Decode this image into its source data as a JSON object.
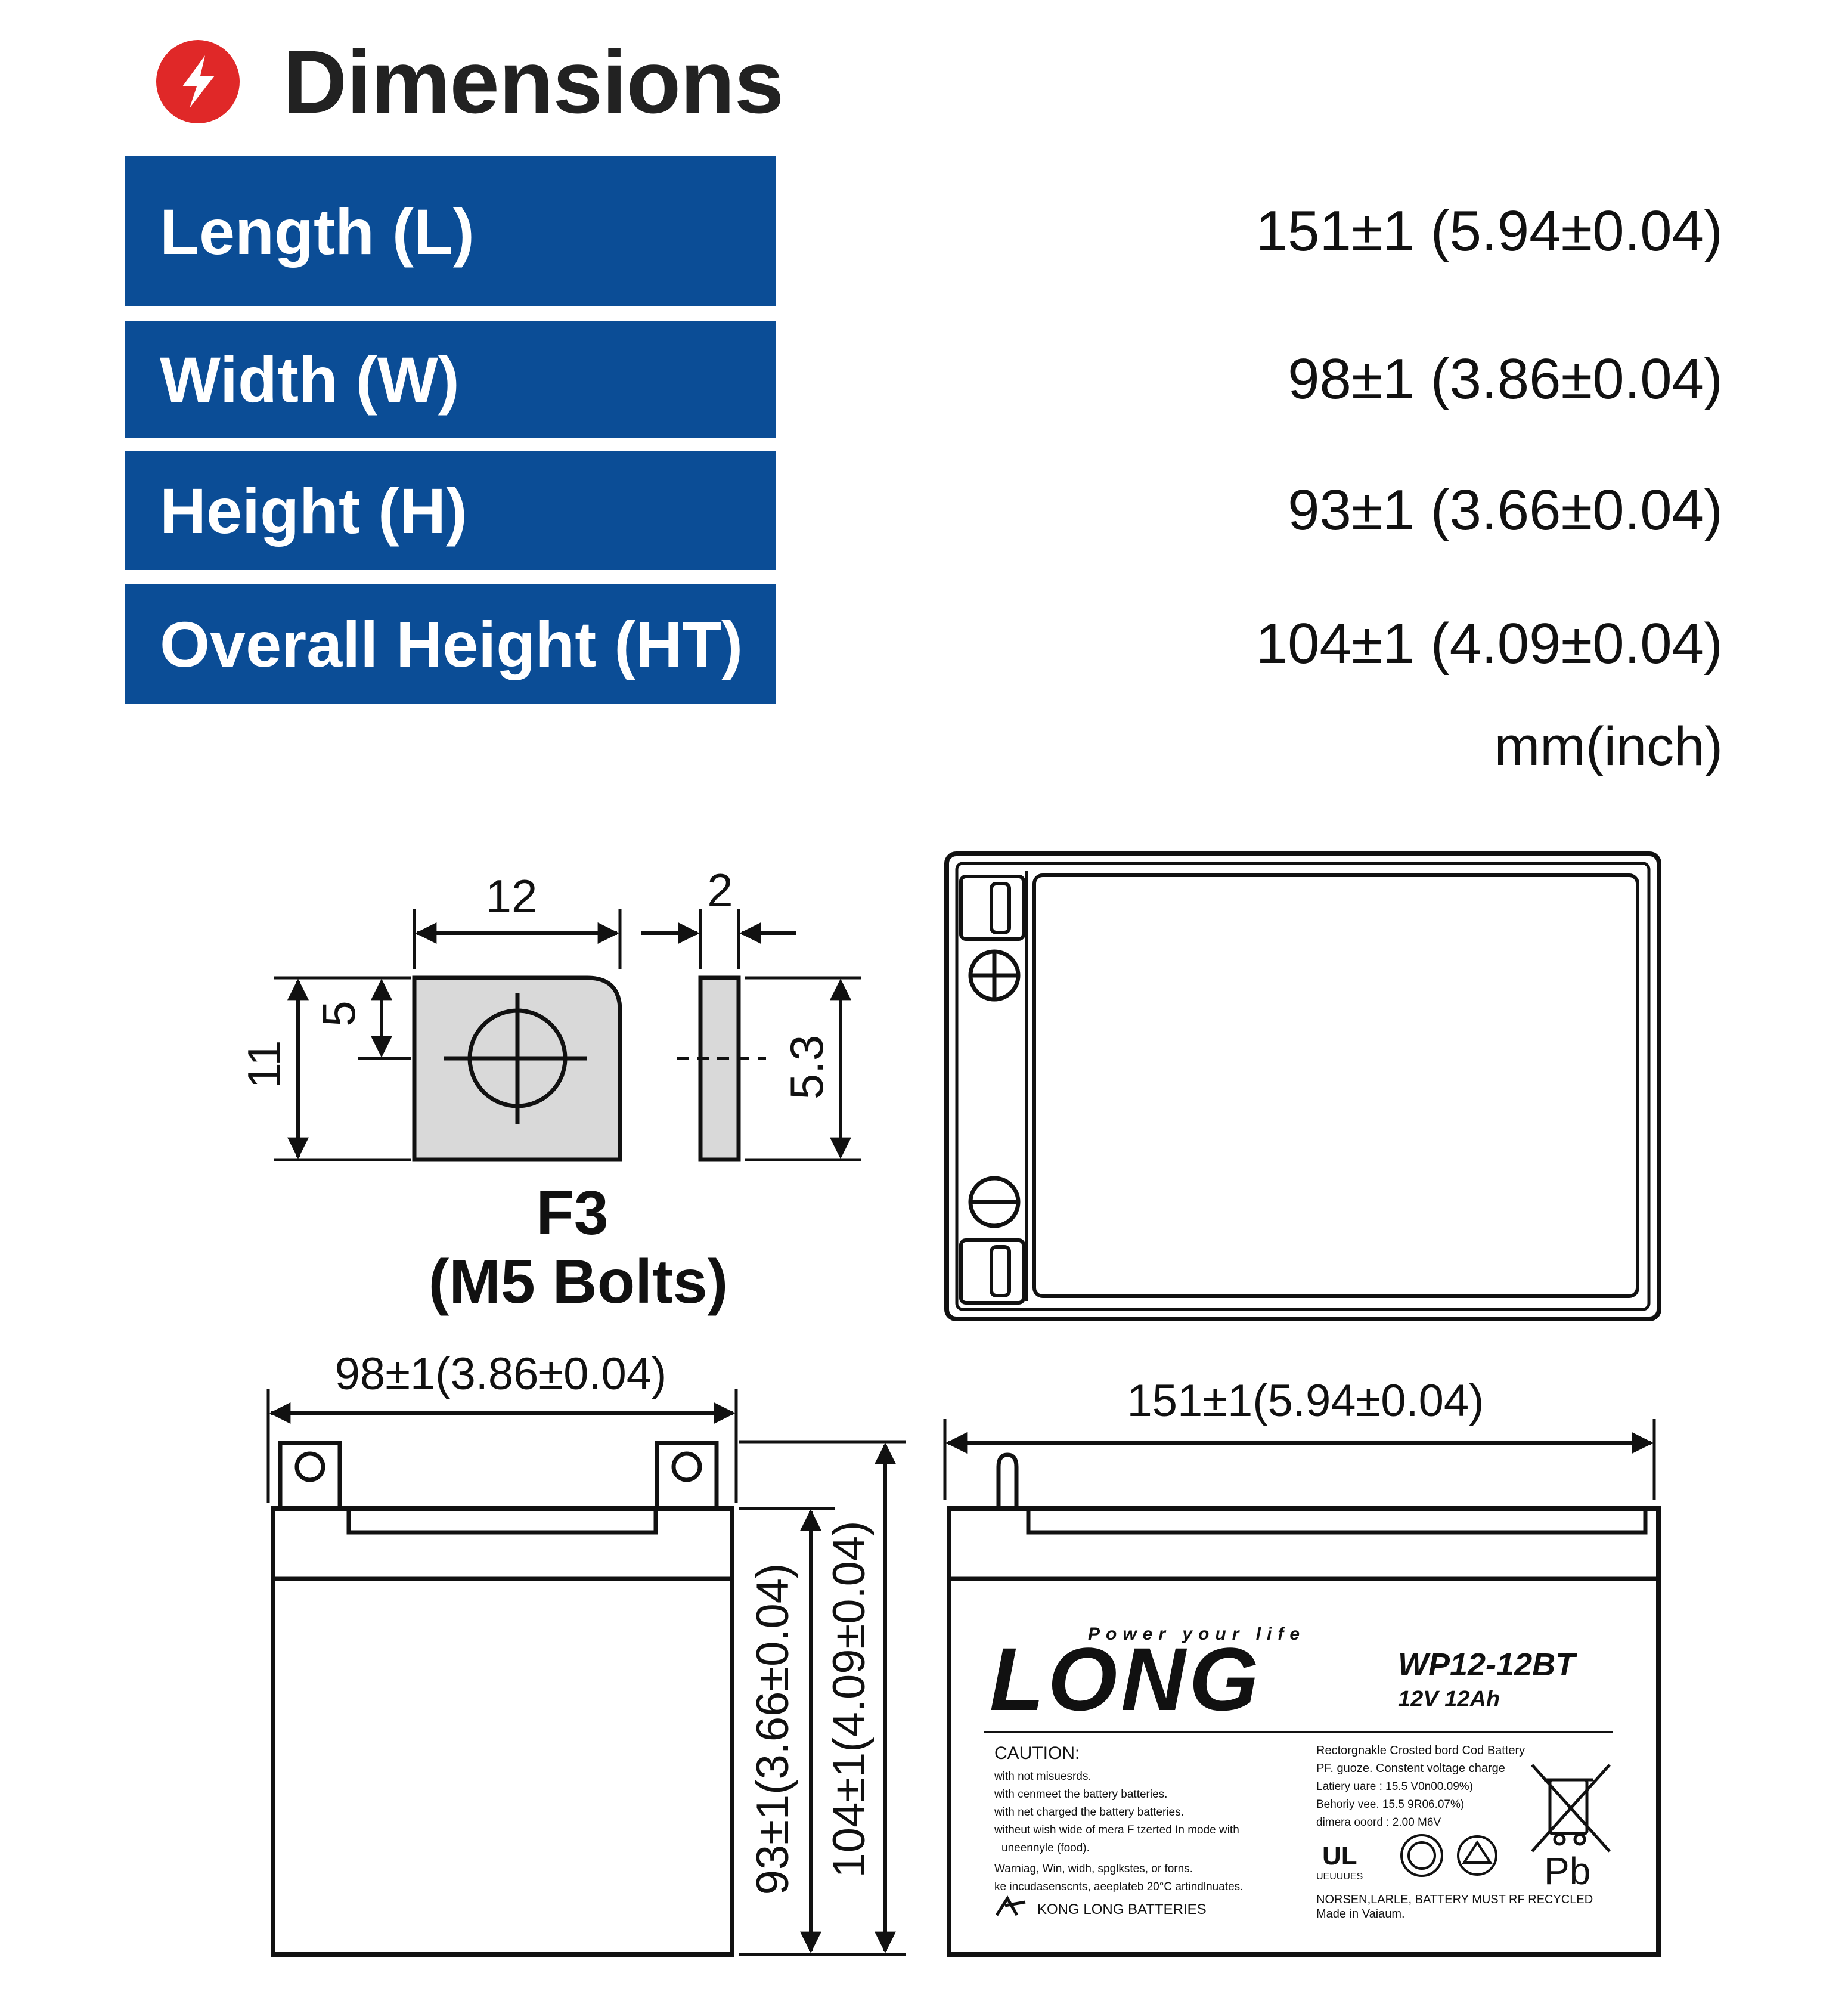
{
  "header": {
    "title": "Dimensions",
    "icon": "lightning-bolt-icon",
    "icon_color": "#e02828"
  },
  "specs": [
    {
      "label": "Length (L)",
      "value": "151±1 (5.94±0.04)"
    },
    {
      "label": "Width (W)",
      "value": "98±1 (3.86±0.04)"
    },
    {
      "label": "Height (H)",
      "value": "93±1 (3.66±0.04)"
    },
    {
      "label": "Overall Height (HT)",
      "value": "104±1 (4.09±0.04)"
    }
  ],
  "units": "mm(inch)",
  "colors": {
    "label_bg": "#0b4d96",
    "label_text": "#ffffff",
    "line": "#111111",
    "terminal_fill": "#d9d9d9"
  },
  "terminal": {
    "width_dim": "12",
    "thickness_dim": "2",
    "hole_offset_dim": "5",
    "height_dim": "11",
    "side_height_dim": "5.3",
    "name": "F3",
    "bolt": "(M5 Bolts)"
  },
  "views": {
    "side_width": "98±1(3.86±0.04)",
    "front_length": "151±1(5.94±0.04)",
    "height_dim": "93±1(3.66±0.04)",
    "overall_height_dim": "104±1(4.09±0.04)"
  },
  "label": {
    "tagline": "Power your life",
    "brand": "LONG",
    "model": "WP12-12BT",
    "rating": "12V 12Ah",
    "caution_title": "CAUTION:",
    "caution_lines": [
      "with not misuesrds.",
      "with cenmeet the battery batteries.",
      "with net charged the battery batteries.",
      "witheut wish wide of mera F tzerted In mode with",
      "uneennyle (food).",
      "Warniag, Win, widh, spglkstes, or forns.",
      "ke incudasenscnts, aeeplateb 20°C artindlnuates."
    ],
    "spec_lines": [
      "Rectorgnakle Crosted bord Cod Battery",
      "PF. guoze. Constent voltage charge",
      "Latiery uare : 15.5 V0n00.09%)",
      "Behoriy vee. 15.5 9R06.07%)",
      "dimera ooord : 2.00 M6V"
    ],
    "company": "KONG LONG BATTERIES",
    "footer_lines": [
      "NORSEN,LARLE, BATTERY MUST RF RECYCLED",
      "Made in Vaiaum."
    ],
    "pb": "Pb",
    "cert_mark": "UL",
    "cert_text": "UEUUUES"
  }
}
